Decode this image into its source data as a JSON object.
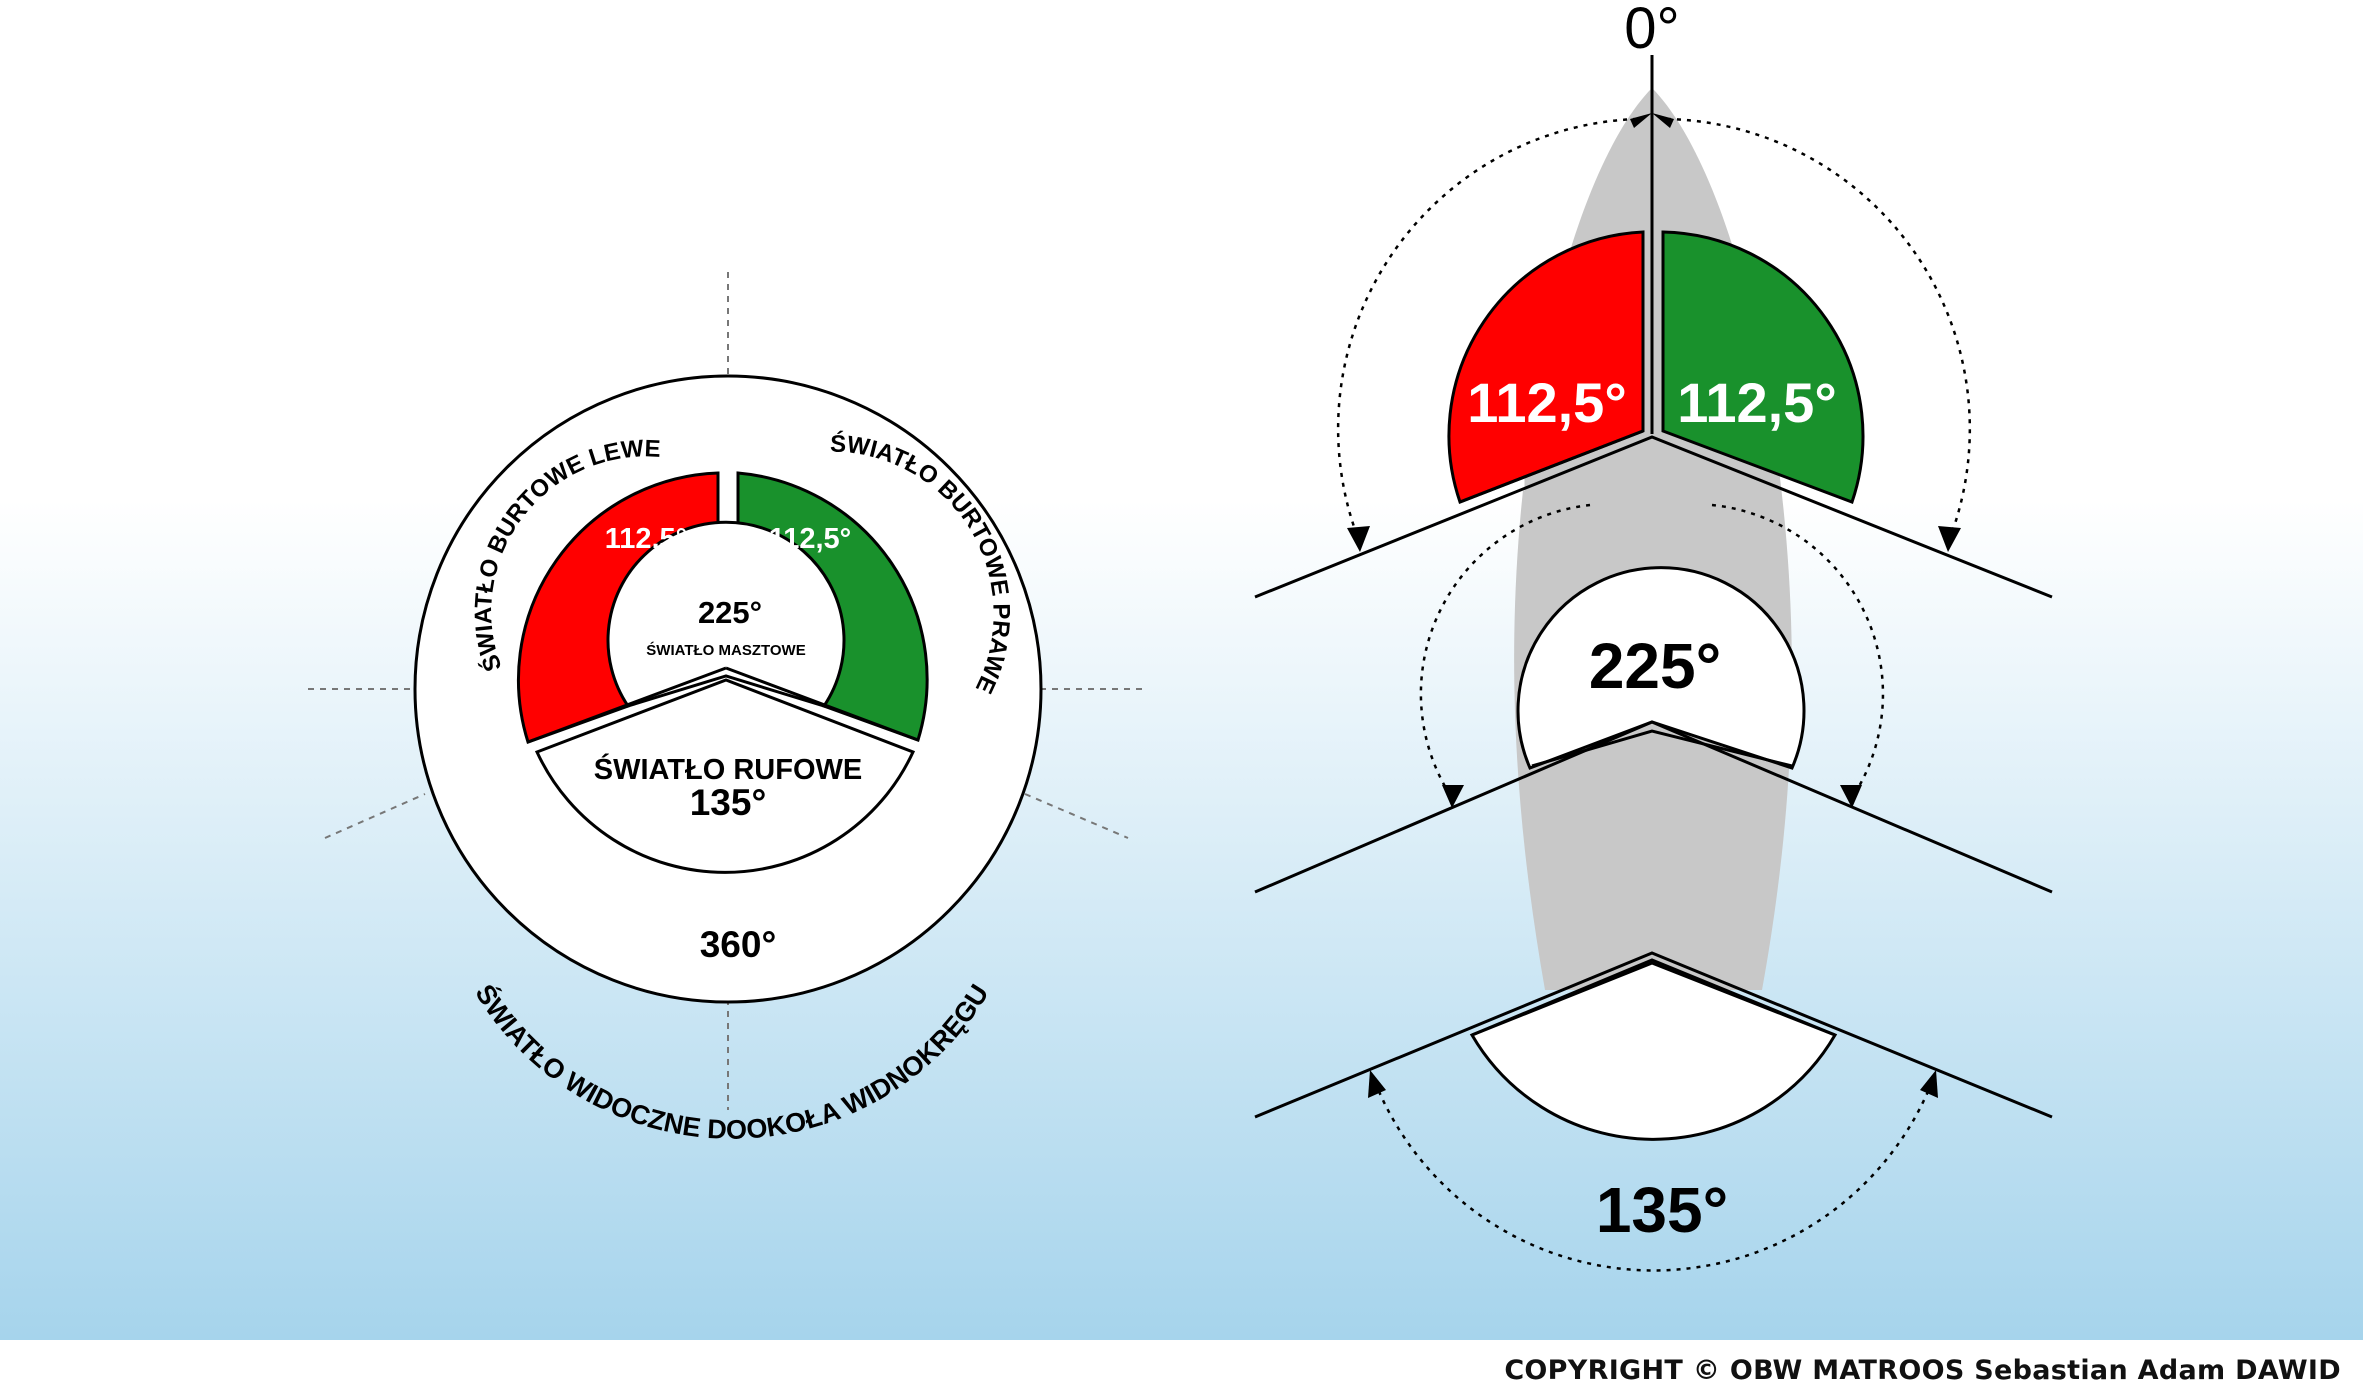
{
  "colors": {
    "red": "#ff0000",
    "green": "#19912c",
    "sky_top": "#ffffff",
    "sky_bottom": "#a6d4ec",
    "hull": "#c8c8c8"
  },
  "left_diagram": {
    "left_sidelight": {
      "name": "ŚWIATŁO BURTOWE LEWE",
      "angle": "112,5°"
    },
    "right_sidelight": {
      "name": "ŚWIATŁO BURTOWE PRAWE",
      "angle": "112,5°"
    },
    "masthead": {
      "angle": "225°",
      "name": "ŚWIATŁO MASZTOWE"
    },
    "stern": {
      "name": "ŚWIATŁO RUFOWE",
      "angle": "135°"
    },
    "all_round": {
      "angle": "360°",
      "name": "ŚWIATŁO WIDOCZNE DOOKOŁA WIDNOKRĘGU"
    }
  },
  "right_diagram": {
    "bow_angle": "0°",
    "left_sector": "112,5°",
    "right_sector": "112,5°",
    "masthead_sector": "225°",
    "stern_sector": "135°"
  },
  "copyright": "COPYRIGHT © OBW MATROOS Sebastian Adam DAWID"
}
